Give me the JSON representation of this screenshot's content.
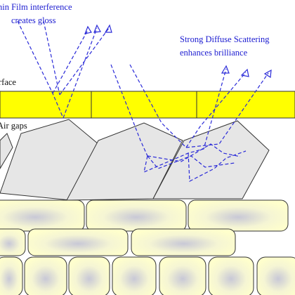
{
  "labels": {
    "thin_film_line1": "hin Film interference",
    "thin_film_line2": "creates gloss",
    "scatter_line1": "Strong Diffuse Scattering",
    "scatter_line2": "enhances brilliance",
    "surface": "rface",
    "air_gaps": "Air gaps"
  },
  "colors": {
    "film": "#ffff00",
    "flake": "#e6e6e6",
    "cell": "#ffffcc",
    "ray": "#2a2ad8",
    "label": "#1b1bd0",
    "outline": "#333333"
  }
}
